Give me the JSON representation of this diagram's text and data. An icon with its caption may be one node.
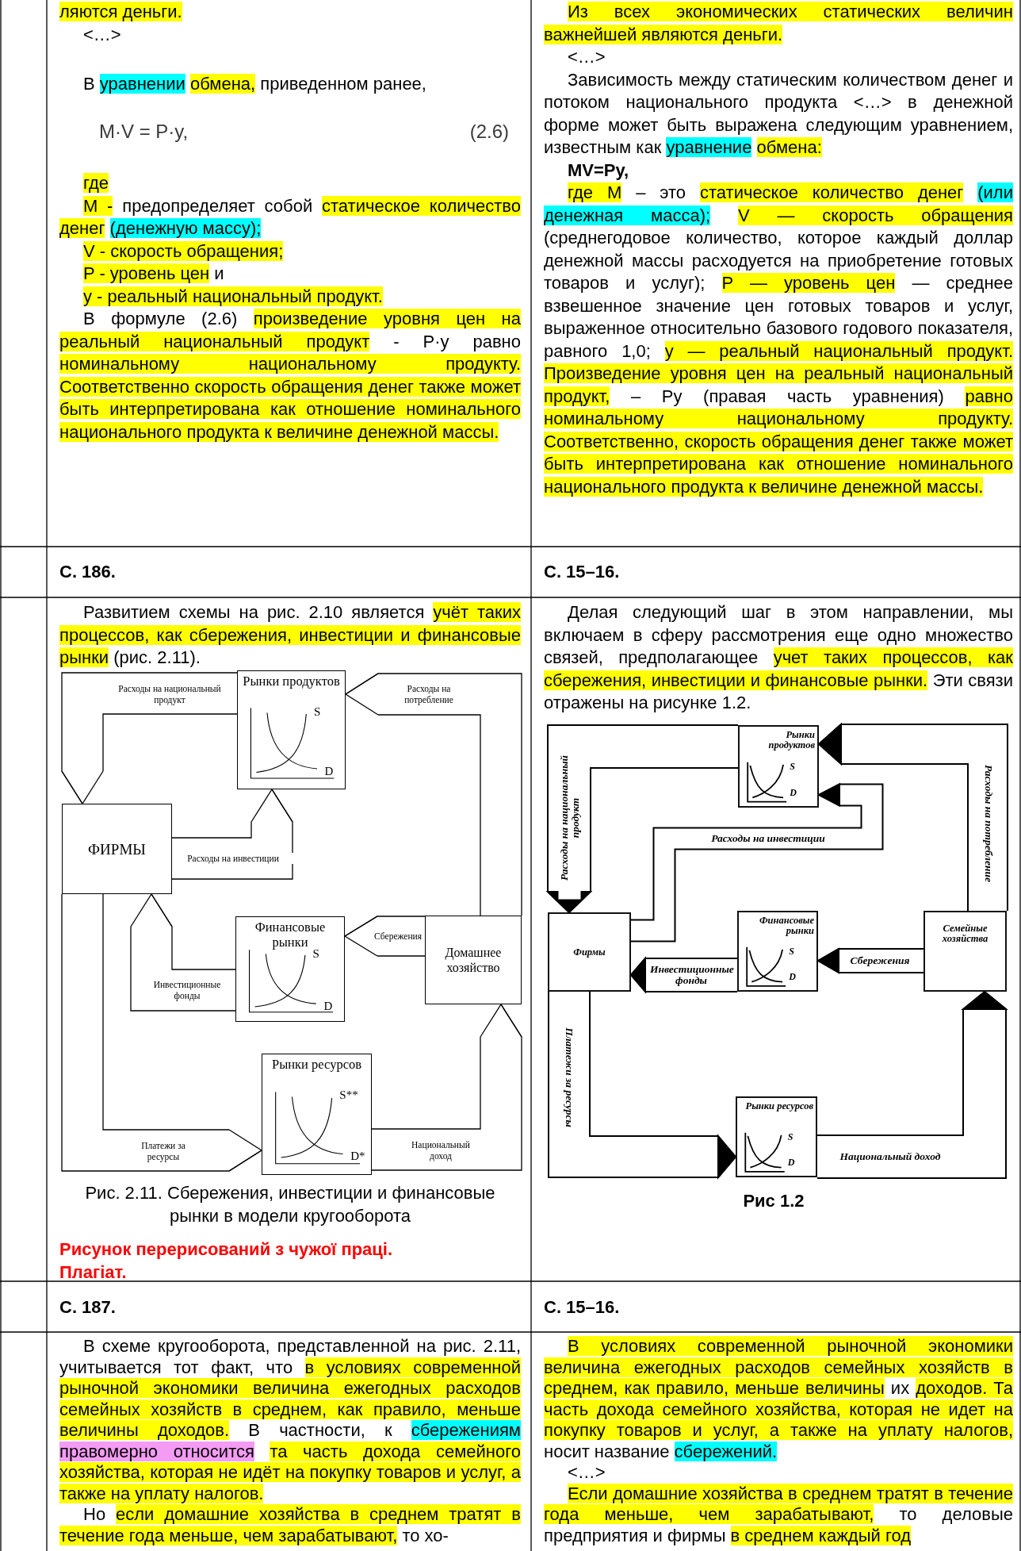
{
  "diagram": {
    "nodes": [
      {
        "text": [
          "ФИРМЫ"
        ]
      },
      {
        "text": [
          "Рынки продуктов",
          "S",
          "D"
        ]
      },
      {
        "text": [
          "Финансовые рынки",
          "S",
          "D"
        ]
      },
      {
        "text": [
          "Домашнее хозяйство"
        ]
      },
      {
        "text": [
          "Рынки ресурсов",
          "S**",
          "D*"
        ]
      },
      {
        "text": [
          "Фирмы"
        ]
      },
      {
        "text": [
          "Рынки продуктов",
          "S",
          "D"
        ]
      },
      {
        "text": [
          "Финансовые рынки",
          "S",
          "D"
        ]
      },
      {
        "text": [
          "Семейные хозяйства"
        ]
      },
      {
        "text": [
          "Рынки ресурсов",
          "S",
          "D"
        ]
      }
    ],
    "edges": [
      {
        "from": 1,
        "to": 0,
        "arrow": "to",
        "label": "Расходы на национальный продукт"
      },
      {
        "from": 3,
        "to": 1,
        "arrow": "to",
        "label": "Расходы на потребление"
      },
      {
        "from": 0,
        "to": 1,
        "arrow": "to",
        "label": "Расходы на инвестиции"
      },
      {
        "from": 3,
        "to": 2,
        "arrow": "to",
        "label": "Сбережения"
      },
      {
        "from": 2,
        "to": 0,
        "arrow": "to",
        "label": "Инвестиционные фонды"
      },
      {
        "from": 0,
        "to": 4,
        "arrow": "to",
        "label": "Платежи за ресурсы"
      },
      {
        "from": 4,
        "to": 3,
        "arrow": "to",
        "label": "Национальный доход"
      },
      {
        "from": 6,
        "to": 5,
        "arrow": "to",
        "label": "Расходы на национальный продукт"
      },
      {
        "from": 8,
        "to": 6,
        "arrow": "to",
        "label": "Расходы на потребление"
      },
      {
        "from": 5,
        "to": 6,
        "arrow": "to",
        "label": "Расходы на инвестиции"
      },
      {
        "from": 8,
        "to": 7,
        "arrow": "to",
        "label": "Сбережения"
      },
      {
        "from": 7,
        "to": 5,
        "arrow": "to",
        "label": "Инвестиционные фонды"
      },
      {
        "from": 5,
        "to": 9,
        "arrow": "to",
        "label": "Платежи за ресурсы"
      },
      {
        "from": 9,
        "to": 8,
        "arrow": "to",
        "label": "Национальный доход"
      }
    ],
    "labels": [
      "ляются деньги.",
      "<…>",
      "В уравнении обмена, приведенном ранее,",
      "M·V = P·y,",
      "(2.6)",
      "где",
      "M - предопределяет собой статическое количество денег (денежную массу);",
      "V - скорость обращения;",
      "P - уровень цен и",
      "y - реальный национальный продукт.",
      "В формуле (2.6) произведение уровня цен на реальный национальный продукт - P·y равно номинальному национальному продукту. Соответственно скорость обращения денег также может быть интерпретирована как отношение номинального национального продукта к величине денежной массы.",
      "Из всех экономических статических величин важнейшей являются деньги.",
      "<…>",
      "Зависимость между статическим количеством денег и потоком национального продукта <…> в денежной форме может быть выражена следующим уравнением, известным как уравнение обмена:",
      "MV=Py,",
      "где M – это статическое количество денег (или денежная масса); V — скорость обращения (среднегодовое количество, которое каждый доллар денежной массы расходуется на приобретение готовых товаров и услуг); P — уровень цен — среднее взвешенное значение цен готовых товаров и услуг, выраженное относительно базового годового показателя, равного 1,0; y — реальный национальный продукт. Произведение уровня цен на реальный национальный продукт, – Py (правая часть уравнения) равно номинальному национальному продукту. Соответственно, скорость обращения денег также может быть интерпретирована как отношение номинального национального продукта к величине денежной массы.",
      "С. 186.",
      "С. 15–16.",
      "Развитием схемы на рис. 2.10 является учёт таких процессов, как сбережения, инвестиции и финансовые рынки (рис. 2.11).",
      "Рис. 2.11. Сбережения, инвестиции и финансовые рынки в модели кругооборота",
      "Рисунок перерисований з чужої праці.",
      "Плагіат.",
      "Делая следующий шаг в этом направлении, мы включаем в сферу рассмотрения еще одно множество связей, предполагающее учет таких процессов, как сбережения, инвестиции и финансовые рынки. Эти связи отражены на рисунке 1.2.",
      "Рис 1.2",
      "С. 187.",
      "С. 15–16.",
      "В схеме кругооборота, представленной на рис. 2.11, учитывается тот факт, что в условиях современной рыночной экономики величина ежегодных расходов семейных хозяйств в среднем, как правило, меньше величины доходов. В частности, к сбережениям правомерно относится та часть дохода семейного хозяйства, которая не идёт на покупку товаров и услуг, а также на уплату налогов.",
      "Но если домашние хозяйства в среднем тратят в течение года меньше, чем зарабатывают, то хо-",
      "В условиях современной рыночной экономики величина ежегодных расходов семейных хозяйств в среднем, как правило, меньше величины их доходов. Та часть дохода семейного хозяйства, которая не идет на покупку товаров и услуг, а также на уплату налогов, носит название сбережений.",
      "<…>",
      "Если домашние хозяйства в среднем тратят в течение года меньше, чем зарабатывают, то деловые предприятия и фирмы в среднем каждый год"
    ]
  }
}
